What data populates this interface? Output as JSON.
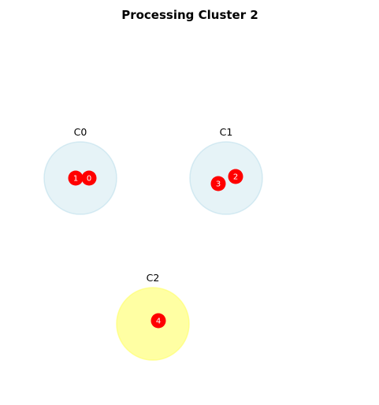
{
  "title": "Processing Cluster 2",
  "colors": {
    "cluster_idle": "#add8e6",
    "cluster_active": "#ffff66",
    "node": "#ff0000",
    "node_text": "#ffffff"
  },
  "clusters": [
    {
      "label": "C0",
      "active": false
    },
    {
      "label": "C1",
      "active": false
    },
    {
      "label": "C2",
      "active": true
    }
  ],
  "nodes": [
    {
      "label": "0",
      "cluster": "C0"
    },
    {
      "label": "1",
      "cluster": "C0"
    },
    {
      "label": "2",
      "cluster": "C1"
    },
    {
      "label": "3",
      "cluster": "C1"
    },
    {
      "label": "4",
      "cluster": "C2"
    }
  ]
}
